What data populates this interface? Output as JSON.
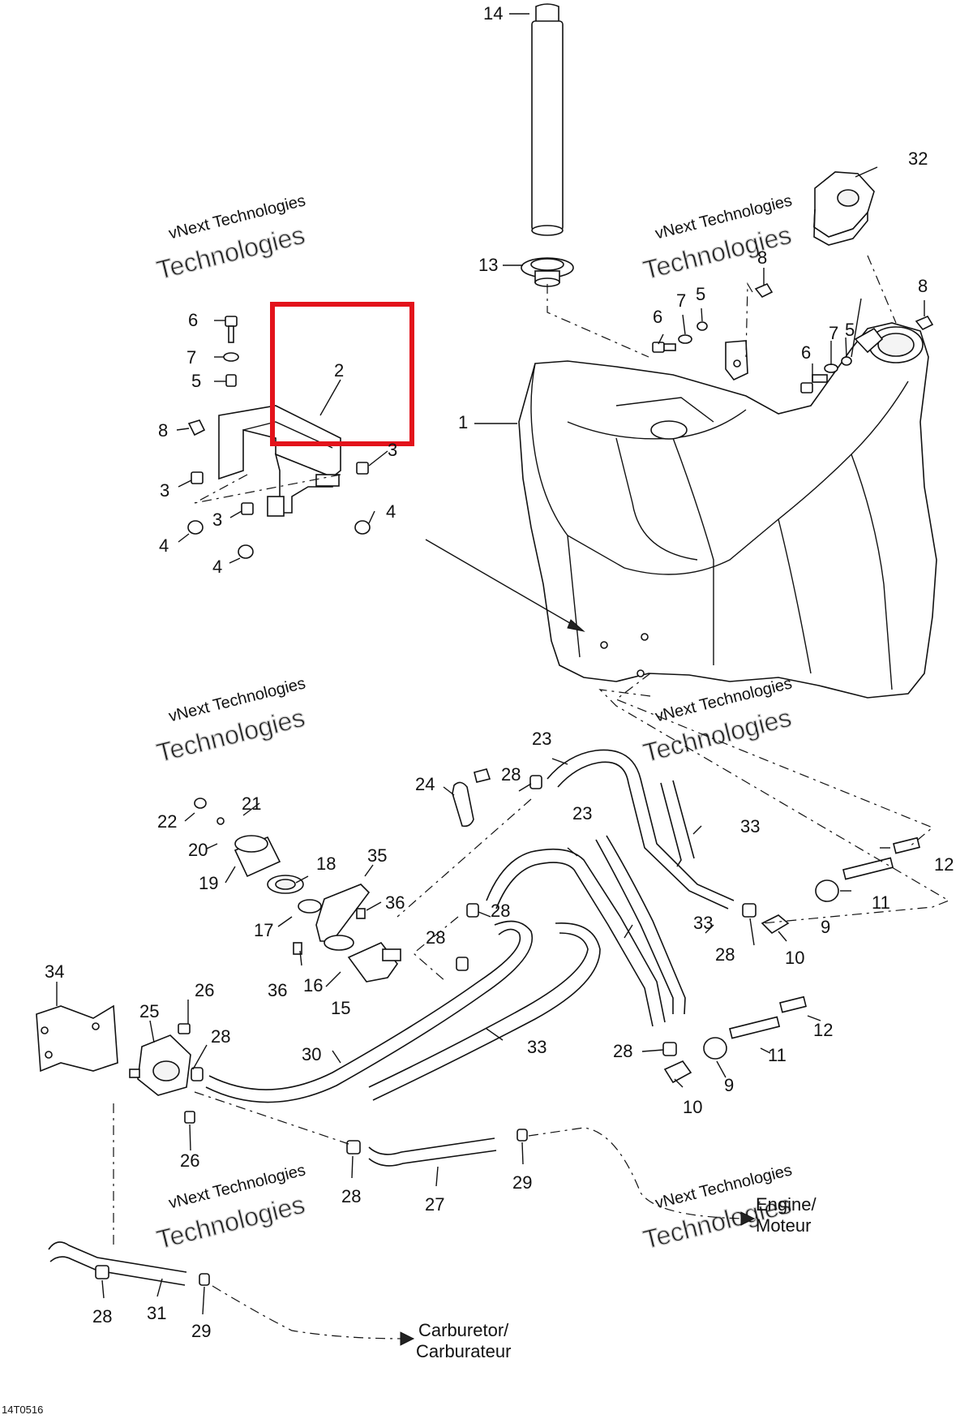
{
  "diagram_code": "14T0516",
  "watermark": {
    "line1": "vNext Technologies",
    "line2": "Technologies"
  },
  "highlight": {
    "color": "#e3131b",
    "part_number": "2"
  },
  "destinations": {
    "engine_en": "Engine/",
    "engine_fr": "Moteur",
    "carburetor_en": "Carburetor/",
    "carburetor_fr": "Carburateur"
  },
  "callouts": [
    "14",
    "32",
    "13",
    "8",
    "7",
    "5",
    "6",
    "8",
    "7",
    "5",
    "6",
    "1",
    "2",
    "6",
    "7",
    "5",
    "8",
    "3",
    "3",
    "3",
    "4",
    "4",
    "4",
    "23",
    "24",
    "28",
    "21",
    "22",
    "20",
    "18",
    "35",
    "19",
    "36",
    "17",
    "23",
    "33",
    "12",
    "11",
    "28",
    "9",
    "28",
    "33",
    "10",
    "28",
    "16",
    "36",
    "15",
    "34",
    "26",
    "25",
    "28",
    "33",
    "30",
    "11",
    "12",
    "28",
    "9",
    "10",
    "26",
    "28",
    "29",
    "27",
    "28",
    "31",
    "29"
  ]
}
